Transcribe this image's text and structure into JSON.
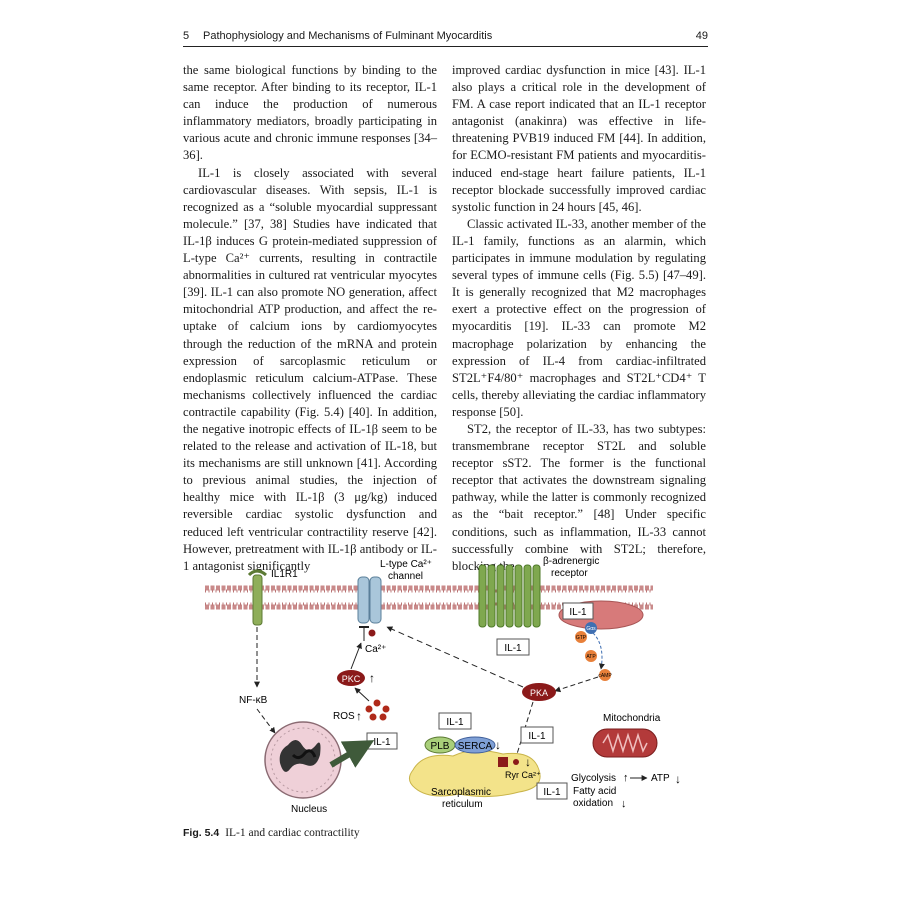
{
  "header": {
    "chapter_number": "5",
    "chapter_title": "Pathophysiology and Mechanisms of Fulminant Myocarditis",
    "page_number": "49"
  },
  "left_column": [
    "the same biological functions by binding to the same receptor. After binding to its receptor, IL-1 can induce the production of numerous inflammatory mediators, broadly participating in various acute and chronic immune responses [34–36].",
    "IL-1 is closely associated with several cardiovascular diseases. With sepsis, IL-1 is recognized as a “soluble myocardial suppressant molecule.” [37, 38] Studies have indicated that IL-1β induces G protein-mediated suppression of L-type Ca²⁺ currents, resulting in contractile abnormalities in cultured rat ventricular myocytes [39]. IL-1 can also promote NO generation, affect mitochondrial ATP production, and affect the re-uptake of calcium ions by cardiomyocytes through the reduction of the mRNA and protein expression of sarcoplasmic reticulum or endoplasmic reticulum calcium-ATPase. These mechanisms collectively influenced the cardiac contractile capability (Fig. 5.4) [40]. In addition, the negative inotropic effects of IL-1β seem to be related to the release and activation of IL-18, but its mechanisms are still unknown [41]. According to previous animal studies, the injection of healthy mice with IL-1β (3 μg/kg) induced reversible cardiac systolic dysfunction and reduced left ventricular contractility reserve [42]. However, pretreatment with IL-1β antibody or IL-1 antagonist significantly"
  ],
  "right_column": [
    "improved cardiac dysfunction in mice [43]. IL-1 also plays a critical role in the development of FM. A case report indicated that an IL-1 receptor antagonist (anakinra) was effective in life-threatening PVB19 induced FM [44]. In addition, for ECMO-resistant FM patients and myocarditis-induced end-stage heart failure patients, IL-1 receptor blockade successfully improved cardiac systolic function in 24 hours [45, 46].",
    "Classic activated IL-33, another member of the IL-1 family, functions as an alarmin, which participates in immune modulation by regulating several types of immune cells (Fig. 5.5) [47–49]. It is generally recognized that M2 macrophages exert a protective effect on the progression of myocarditis [19]. IL-33 can promote M2 macrophage polarization by enhancing the expression of IL-4 from cardiac-infiltrated ST2L⁺F4/80⁺ macrophages and ST2L⁺CD4⁺ T cells, thereby alleviating the cardiac inflammatory response [50].",
    "ST2, the receptor of IL-33, has two subtypes: transmembrane receptor ST2L and soluble receptor sST2. The former is the functional receptor that activates the downstream signaling pathway, while the latter is commonly recognized as the “bait receptor.” [48] Under specific conditions, such as inflammation, IL-33 cannot successfully combine with ST2L; therefore, blocking the"
  ],
  "figure": {
    "label_il1r1": "IL1R1",
    "label_ltype_1": "L-type Ca²⁺",
    "label_ltype_2": "channel",
    "label_beta_1": "β-adrenergic",
    "label_beta_2": "receptor",
    "label_il1": "IL-1",
    "label_gas": "Gαs",
    "label_gtp": "GTP",
    "label_atp_small": "ATP",
    "label_camp": "cAMP",
    "label_ca": "Ca²⁺",
    "label_pkc": "PKC",
    "label_pka": "PKA",
    "label_nfkb": "NF-κB",
    "label_ros": "ROS",
    "label_nucleus": "Nucleus",
    "label_plb": "PLB",
    "label_serca": "SERCA",
    "label_ryr_ca": "Ryr Ca²⁺",
    "label_sr_1": "Sarcoplasmic",
    "label_sr_2": "reticulum",
    "label_mito": "Mitochondria",
    "label_glyco": "Glycolysis",
    "label_atp": "ATP",
    "label_fatty_1": "Fatty acid",
    "label_fatty_2": "oxidation"
  },
  "caption": {
    "label": "Fig. 5.4",
    "text": "IL-1 and cardiac contractility"
  },
  "colors": {
    "membrane": "#c98a8a",
    "channel": "#a9c6da",
    "receptor": "#7fa84f",
    "pkc_pka": "#8b1a1a",
    "orange_dot": "#e8803a",
    "gas_dot": "#3f6fb2",
    "sr_yellow": "#f3e38a",
    "mito": "#b33a3a"
  }
}
